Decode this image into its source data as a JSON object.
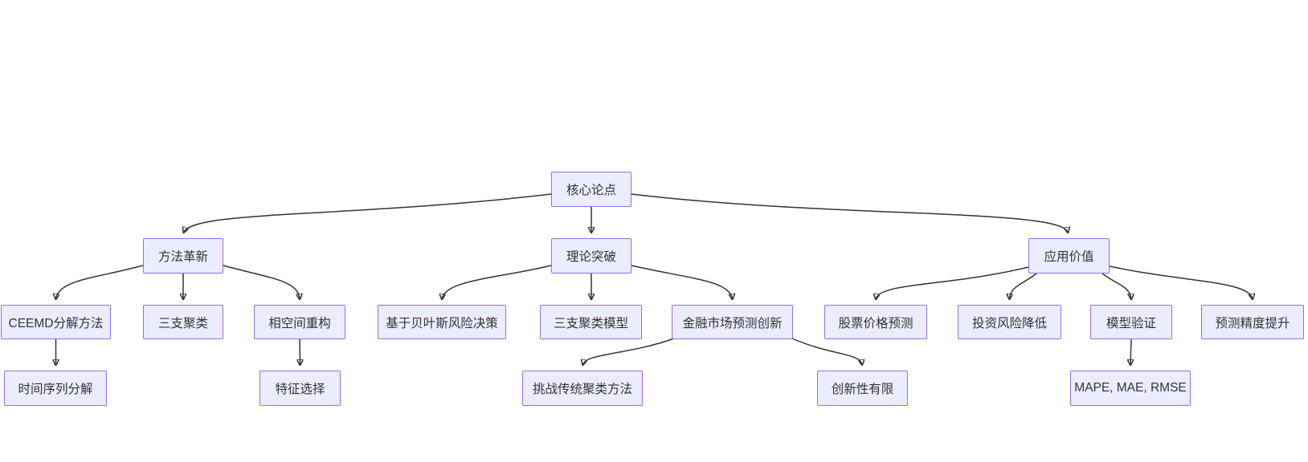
{
  "diagram": {
    "colors": {
      "background": "#ffffff",
      "node_fill": "#ECECFF",
      "node_border": "#9370DB",
      "node_text": "#333333",
      "edge_stroke": "#333333"
    },
    "nodes": {
      "core_thesis": {
        "label": "核心论点"
      },
      "method_innovation": {
        "label": "方法革新"
      },
      "theory_breakthrough": {
        "label": "理论突破"
      },
      "application_value": {
        "label": "应用价值"
      },
      "ceemd_decomposition": {
        "label": "CEEMD分解方法"
      },
      "three_way_clustering": {
        "label": "三支聚类"
      },
      "phase_space_reconstruction": {
        "label": "相空间重构"
      },
      "bayesian_risk_decision": {
        "label": "基于贝叶斯风险决策"
      },
      "three_way_clustering_model": {
        "label": "三支聚类模型"
      },
      "financial_market_prediction_innovation": {
        "label": "金融市场预测创新"
      },
      "stock_price_prediction": {
        "label": "股票价格预测"
      },
      "investment_risk_reduction": {
        "label": "投资风险降低"
      },
      "model_validation": {
        "label": "模型验证"
      },
      "prediction_accuracy_improvement": {
        "label": "预测精度提升"
      },
      "time_series_decomposition": {
        "label": "时间序列分解"
      },
      "feature_selection": {
        "label": "特征选择"
      },
      "challenge_traditional_clustering": {
        "label": "挑战传统聚类方法"
      },
      "limited_innovation": {
        "label": "创新性有限"
      },
      "evaluation_metrics": {
        "label": "MAPE, MAE, RMSE"
      }
    },
    "edges": [
      {
        "from": "core_thesis",
        "to": "method_innovation"
      },
      {
        "from": "core_thesis",
        "to": "theory_breakthrough"
      },
      {
        "from": "core_thesis",
        "to": "application_value"
      },
      {
        "from": "method_innovation",
        "to": "ceemd_decomposition"
      },
      {
        "from": "method_innovation",
        "to": "three_way_clustering"
      },
      {
        "from": "method_innovation",
        "to": "phase_space_reconstruction"
      },
      {
        "from": "ceemd_decomposition",
        "to": "time_series_decomposition"
      },
      {
        "from": "phase_space_reconstruction",
        "to": "feature_selection"
      },
      {
        "from": "theory_breakthrough",
        "to": "bayesian_risk_decision"
      },
      {
        "from": "theory_breakthrough",
        "to": "three_way_clustering_model"
      },
      {
        "from": "theory_breakthrough",
        "to": "financial_market_prediction_innovation"
      },
      {
        "from": "financial_market_prediction_innovation",
        "to": "challenge_traditional_clustering"
      },
      {
        "from": "financial_market_prediction_innovation",
        "to": "limited_innovation"
      },
      {
        "from": "application_value",
        "to": "stock_price_prediction"
      },
      {
        "from": "application_value",
        "to": "investment_risk_reduction"
      },
      {
        "from": "application_value",
        "to": "model_validation"
      },
      {
        "from": "application_value",
        "to": "prediction_accuracy_improvement"
      },
      {
        "from": "model_validation",
        "to": "evaluation_metrics"
      }
    ]
  }
}
